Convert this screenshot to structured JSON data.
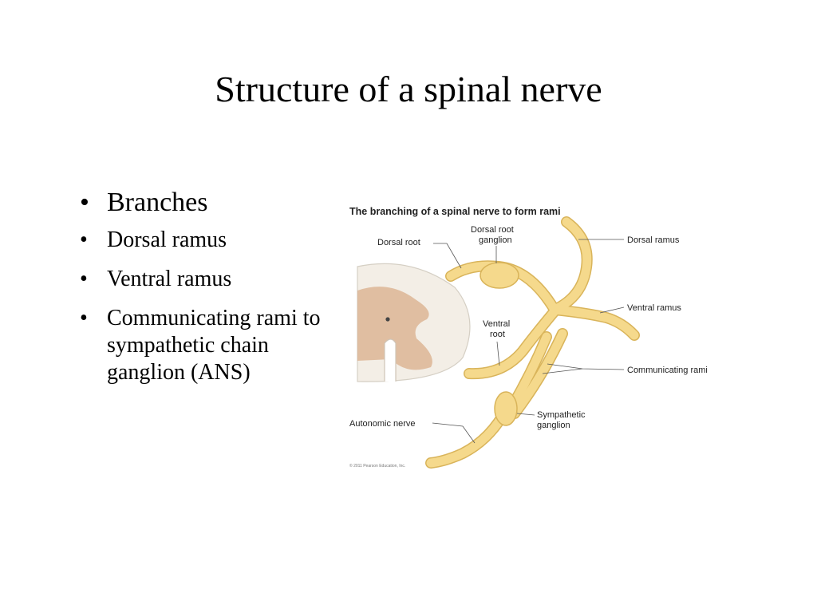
{
  "slide": {
    "title": "Structure of a spinal nerve",
    "bullets": [
      "Branches",
      "Dorsal ramus",
      "Ventral ramus",
      "Communicating rami to sympathetic chain ganglion (ANS)"
    ]
  },
  "figure": {
    "title": "The branching of a spinal nerve to form rami",
    "labels": {
      "dorsal_root": "Dorsal root",
      "dorsal_root_ganglion_1": "Dorsal root",
      "dorsal_root_ganglion_2": "ganglion",
      "dorsal_ramus": "Dorsal ramus",
      "ventral_ramus": "Ventral ramus",
      "ventral_root_1": "Ventral",
      "ventral_root_2": "root",
      "communicating_rami": "Communicating rami",
      "autonomic_nerve": "Autonomic nerve",
      "sympathetic_ganglion_1": "Sympathetic",
      "sympathetic_ganglion_2": "ganglion"
    },
    "credit": "© 2011 Pearson Education, Inc.",
    "colors": {
      "nerve": "#F5D98C",
      "nerve_edge": "#D9B45A",
      "white_matter": "#F3EEE6",
      "gray_matter": "#D9AD8A"
    }
  }
}
